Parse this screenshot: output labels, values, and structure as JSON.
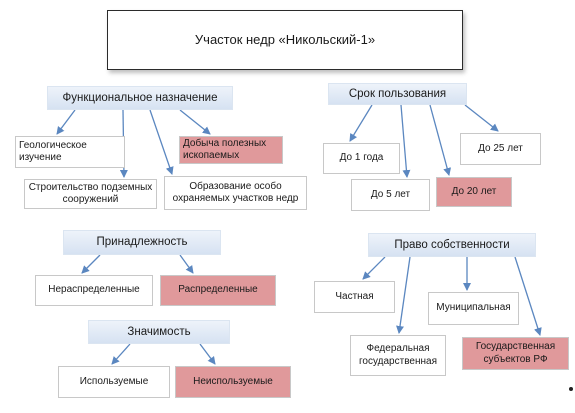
{
  "title": "Участок недр «Никольский-1»",
  "functional": {
    "header": "Функциональное назначение",
    "geological": "Геологическое изучение",
    "mining": "Добыча полезных ископаемых",
    "construction": "Строительство подземных сооружений",
    "protected": "Образование особо охраняемых участков недр"
  },
  "term": {
    "header": "Срок пользования",
    "one_year": "До 1 года",
    "five_years": "До 5 лет",
    "twenty_years": "До 20 лет",
    "twentyfive_years": "До 25 лет"
  },
  "affiliation": {
    "header": "Принадлежность",
    "undistributed": "Нераспределенные",
    "distributed": "Распределенные"
  },
  "significance": {
    "header": "Значимость",
    "used": "Используемые",
    "unused": "Неиспользуемые"
  },
  "ownership": {
    "header": "Право собственности",
    "private": "Частная",
    "municipal": "Муниципальная",
    "federal": "Федеральная государственная",
    "regional": "Государственная субъектов РФ"
  },
  "colors": {
    "header_fill": "#dbe5f1",
    "highlight_fill": "#e0999b",
    "arrow": "#5b87c0"
  }
}
